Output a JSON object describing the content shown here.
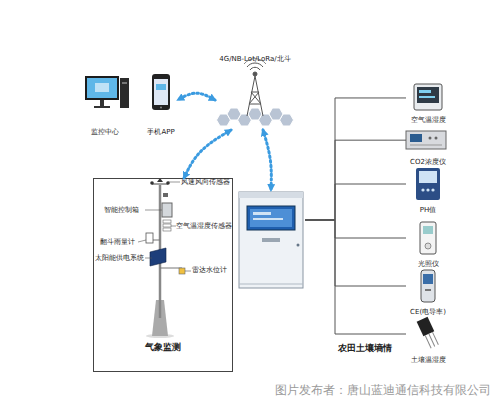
{
  "diagram": {
    "nodes": [
      {
        "text": [
          "监控中心"
        ]
      },
      {
        "text": [
          "手机APP"
        ]
      },
      {
        "text": [
          "4G/NB-Lot/LoRa/北斗"
        ]
      },
      {
        "text": [
          "气象监测"
        ]
      },
      {
        "text": []
      },
      {
        "text": [
          "空气温湿度"
        ]
      },
      {
        "text": [
          "CO2浓度仪"
        ]
      },
      {
        "text": [
          "PH值"
        ]
      },
      {
        "text": [
          "光照仪"
        ]
      },
      {
        "text": [
          "CE(电导率)"
        ]
      },
      {
        "text": [
          "土壤温湿度"
        ]
      }
    ],
    "edges": [
      {
        "from": 2,
        "to": 1,
        "arrow": "both"
      },
      {
        "from": 2,
        "to": 3,
        "arrow": "both"
      },
      {
        "from": 2,
        "to": 4,
        "arrow": "both"
      },
      {
        "from": 4,
        "to": 5,
        "arrow": "none"
      },
      {
        "from": 4,
        "to": 6,
        "arrow": "none"
      },
      {
        "from": 4,
        "to": 7,
        "arrow": "none"
      },
      {
        "from": 4,
        "to": 8,
        "arrow": "none"
      },
      {
        "from": 4,
        "to": 9,
        "arrow": "none"
      },
      {
        "from": 4,
        "to": 10,
        "arrow": "none"
      }
    ],
    "labels": [
      "风速风向传感器",
      "智能控制箱",
      "空气温湿度传感器",
      "翻斗雨量计",
      "太阳能供电系统",
      "雷达水位计",
      "农田土壤墒情",
      "图片发布者：唐山蓝迪通信科技有限公司"
    ]
  }
}
